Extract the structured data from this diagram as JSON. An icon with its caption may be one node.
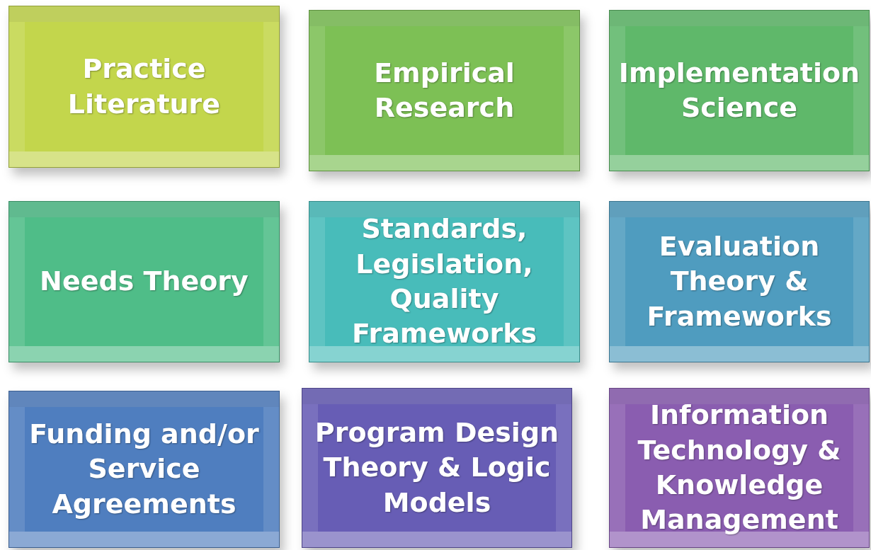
{
  "diagram": {
    "nodes": [
      {
        "text": [
          "Practice Literature"
        ]
      },
      {
        "text": [
          "Empirical Research"
        ]
      },
      {
        "text": [
          "Implementation Science"
        ]
      },
      {
        "text": [
          "Needs Theory"
        ]
      },
      {
        "text": [
          "Standards, Legislation, Quality Frameworks"
        ]
      },
      {
        "text": [
          "Evaluation Theory & Frameworks"
        ]
      },
      {
        "text": [
          "Funding and/or Service Agreements"
        ]
      },
      {
        "text": [
          "Program Design Theory & Logic Models"
        ]
      },
      {
        "text": [
          "Information Technology & Knowledge Management"
        ]
      }
    ]
  }
}
